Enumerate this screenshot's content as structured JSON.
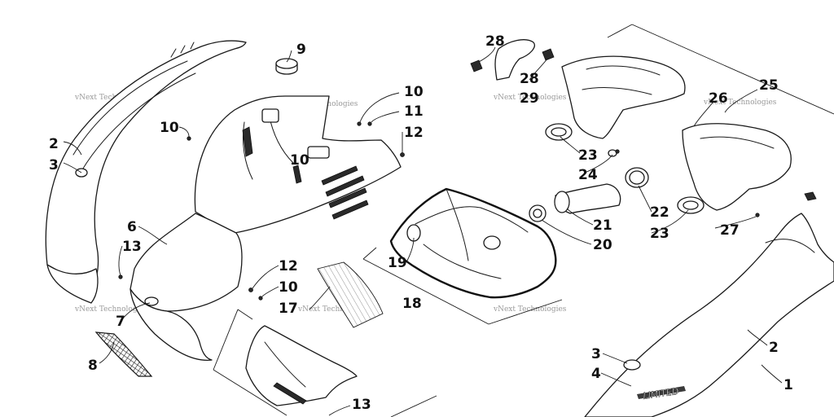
{
  "watermark": "vNext Technologies",
  "callouts": {
    "c1": "1",
    "c2a": "2",
    "c2b": "2",
    "c3a": "3",
    "c3b": "3",
    "c4": "4",
    "c6": "6",
    "c7": "7",
    "c8": "8",
    "c9": "9",
    "c10a": "10",
    "c10b": "10",
    "c10c": "10",
    "c10d": "10",
    "c11": "11",
    "c12a": "12",
    "c12b": "12",
    "c13a": "13",
    "c13b": "13",
    "c17": "17",
    "c18": "18",
    "c19": "19",
    "c20": "20",
    "c21": "21",
    "c22": "22",
    "c23a": "23",
    "c23b": "23",
    "c24": "24",
    "c25": "25",
    "c26": "26",
    "c27": "27",
    "c28a": "28",
    "c28b": "28",
    "c29": "29"
  },
  "hood_decal_text": "LIMITED"
}
